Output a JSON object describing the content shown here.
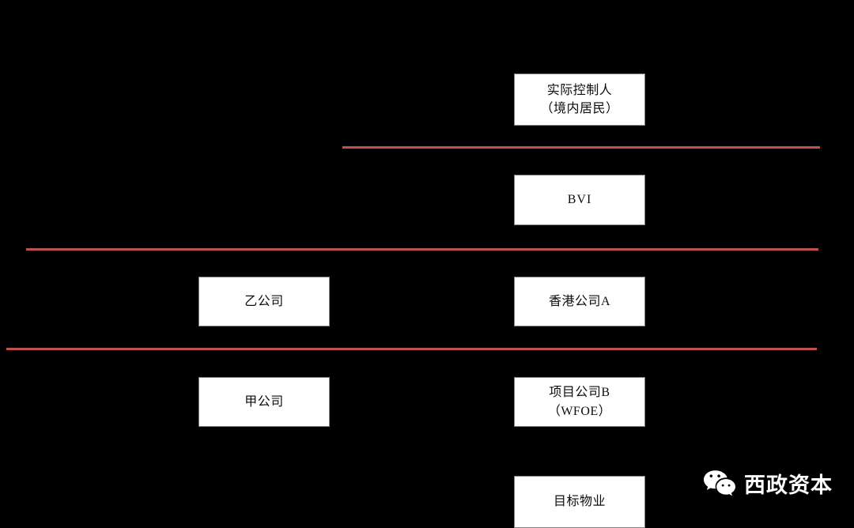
{
  "diagram": {
    "background_color": "#000000",
    "box_fill_color": "#ffffff",
    "box_text_color": "#0d0d0d",
    "divider_color": "#c0504d",
    "nodes": [
      {
        "id": "controller",
        "line1": "实际控制人",
        "line2": "（境内居民）",
        "column": "right",
        "tier": 1
      },
      {
        "id": "bvi",
        "line1": "BVI",
        "line2": "",
        "column": "right",
        "tier": 2
      },
      {
        "id": "company-b",
        "line1": "乙公司",
        "line2": "",
        "column": "left",
        "tier": 3
      },
      {
        "id": "hk-company-a",
        "line1": "香港公司A",
        "line2": "",
        "column": "right",
        "tier": 3
      },
      {
        "id": "company-a",
        "line1": "甲公司",
        "line2": "",
        "column": "left",
        "tier": 4
      },
      {
        "id": "project-company-wfoe",
        "line1": "项目公司B",
        "line2": "（WFOE）",
        "column": "right",
        "tier": 4
      },
      {
        "id": "target-property",
        "line1": "目标物业",
        "line2": "",
        "column": "right",
        "tier": 5
      }
    ],
    "dividers": [
      {
        "id": "divider-1"
      },
      {
        "id": "divider-2"
      },
      {
        "id": "divider-3"
      }
    ]
  },
  "watermark": {
    "icon": "wechat-icon",
    "text": "西政资本",
    "color": "#ffffff"
  }
}
